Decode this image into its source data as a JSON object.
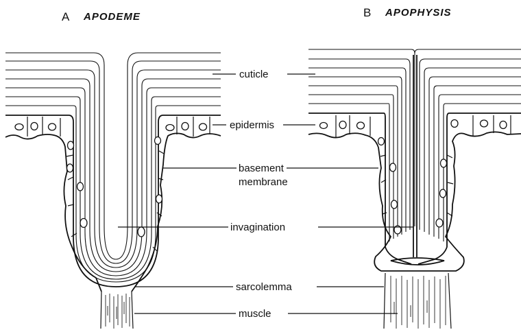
{
  "panels": [
    {
      "letter": "A",
      "title": "APODEME"
    },
    {
      "letter": "B",
      "title": "APOPHYSIS"
    }
  ],
  "labels": {
    "cuticle": "cuticle",
    "epidermis": "epidermis",
    "basement_line1": "basement",
    "basement_line2": "membrane",
    "invagination": "invagination",
    "sarcolemma": "sarcolemma",
    "muscle": "muscle"
  }
}
